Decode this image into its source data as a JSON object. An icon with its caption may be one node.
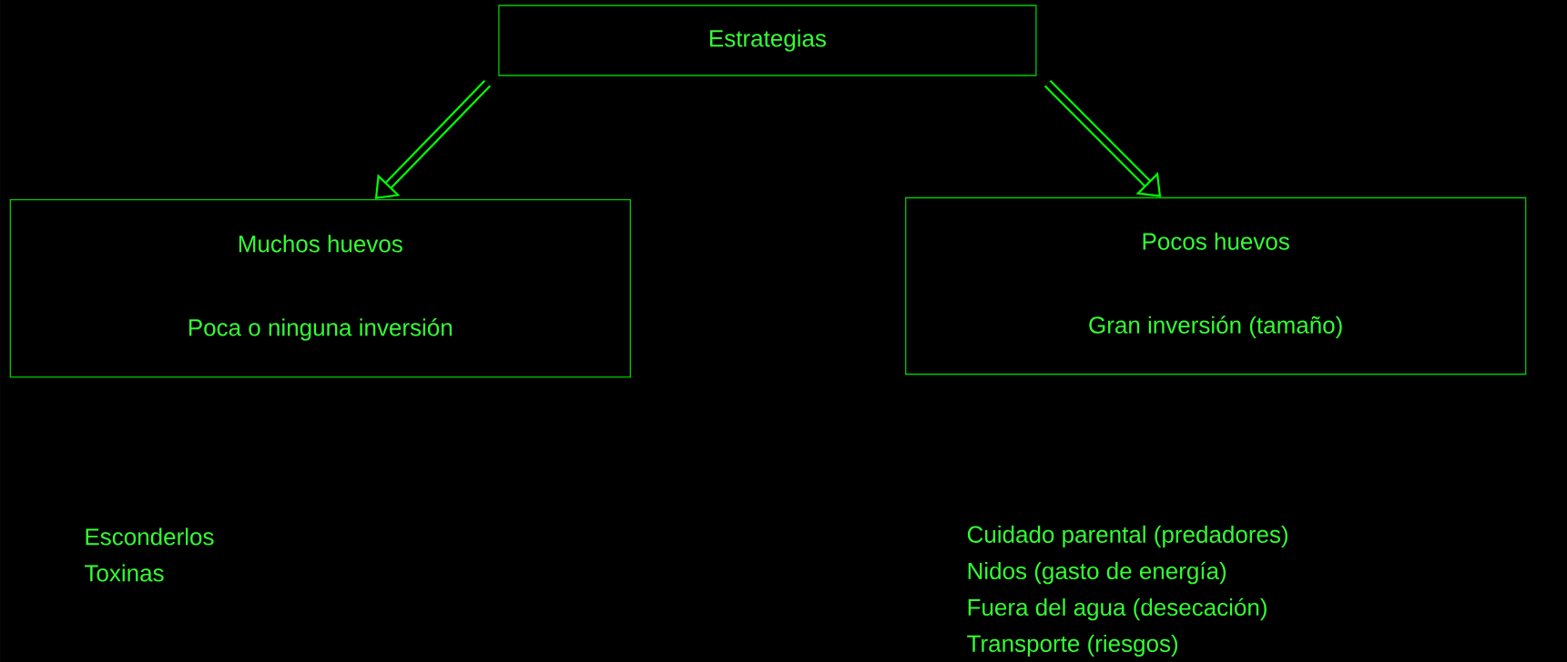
{
  "diagram": {
    "nodes": [
      {
        "text": [
          "Estrategias"
        ]
      },
      {
        "text": [
          "Muchos huevos",
          "Poca o ninguna inversión"
        ]
      },
      {
        "text": [
          "Pocos huevos",
          "Gran inversión (tamaño)"
        ]
      }
    ],
    "edges": [
      {
        "from": 0,
        "to": 1,
        "arrow": "to"
      },
      {
        "from": 0,
        "to": 2,
        "arrow": "to"
      }
    ],
    "labels": [
      "Esconderlos",
      "Toxinas",
      "Cuidado parental (predadores)",
      "Nidos (gasto de energía)",
      "Fuera del agua (desecación)",
      "Transporte (riesgos)"
    ]
  }
}
